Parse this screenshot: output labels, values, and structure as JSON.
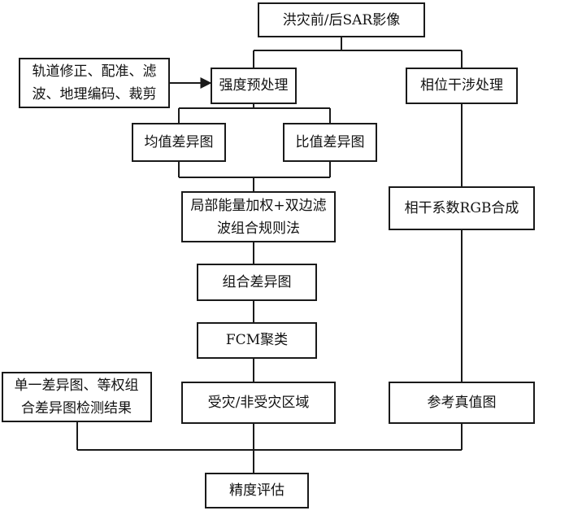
{
  "nodes": {
    "input": "洪灾前/后SAR影像",
    "preprocess_steps": [
      "轨道修正、配准、滤",
      "波、地理编码、裁剪"
    ],
    "intensity": "强度预处理",
    "phase": "相位干涉处理",
    "mean_diff": "均值差异图",
    "ratio_diff": "比值差异图",
    "fusion": [
      "局部能量加权+双边滤",
      "波组合规则法"
    ],
    "coherence": "相干系数RGB合成",
    "combined_diff": "组合差异图",
    "fcm": "FCM聚类",
    "single_result": [
      "单一差异图、等权组",
      "合差异图检测结果"
    ],
    "flood_area": "受灾/非受灾区域",
    "reference": "参考真值图",
    "accuracy": "精度评估"
  }
}
